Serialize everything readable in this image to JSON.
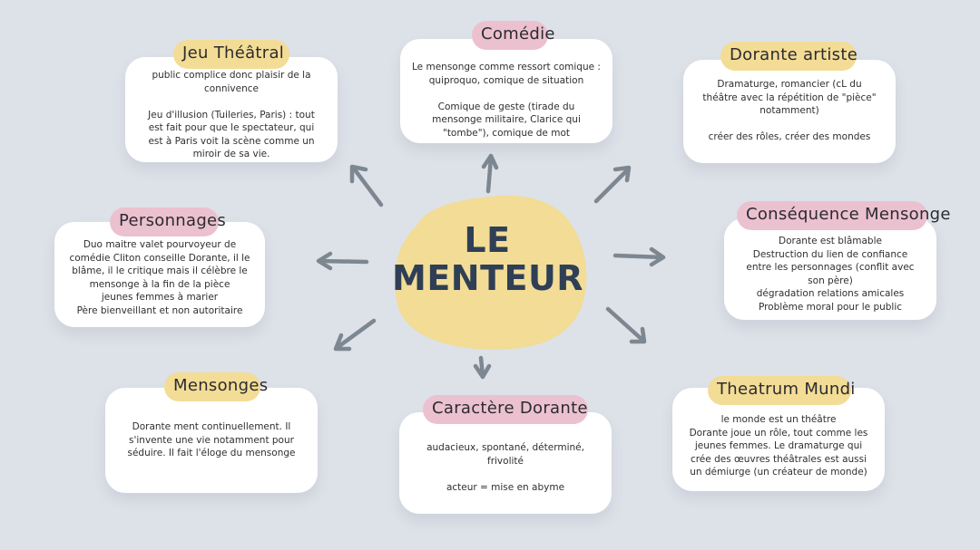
{
  "center": {
    "line1": "LE",
    "line2": "MENTEUR",
    "blob_color": "#f2dc96",
    "text_color": "#2f3f55"
  },
  "colors": {
    "background": "#dde1e8",
    "card": "#ffffff",
    "yellow_tag": "#f3dc95",
    "pink_tag": "#ecc1cf",
    "arrow": "#7d8791"
  },
  "nodes": {
    "jeu_theatral": {
      "title": "Jeu Théâtral",
      "body": "public complice donc plaisir de la\nconnivence\n\nJeu d'illusion (Tuileries, Paris) : tout\nest fait pour que le spectateur, qui\nest à Paris voit la scène comme un\nmiroir de sa vie."
    },
    "comedie": {
      "title": "Comédie",
      "body": "Le mensonge comme ressort comique :\nquiproquo, comique de situation\n\nComique de geste (tirade du\nmensonge militaire, Clarice qui\n\"tombe\"), comique de mot"
    },
    "dorante_artiste": {
      "title": "Dorante artiste",
      "body": "Dramaturge, romancier (cL du\nthéâtre avec la répétition de \"pièce\"\nnotamment)\n\ncréer des rôles, créer des mondes"
    },
    "personnages": {
      "title": "Personnages",
      "body": "Duo maitre valet pourvoyeur de\ncomédie Cliton conseille Dorante, il le\nblâme, il le critique mais il célèbre le\nmensonge à la fin de la pièce\njeunes femmes à marier\nPère bienveillant et non autoritaire"
    },
    "consequence_mensonge": {
      "title": "Conséquence Mensonge",
      "body": "Dorante est blâmable\nDestruction du lien de confiance\nentre les personnages (conflit avec\nson père)\ndégradation relations amicales\nProblème moral pour le public"
    },
    "mensonges": {
      "title": "Mensonges",
      "body": "Dorante ment continuellement. Il\ns'invente une vie notamment pour\nséduire. Il fait l'éloge du mensonge"
    },
    "caractere_dorante": {
      "title": "Caractère Dorante",
      "body": "audacieux, spontané, déterminé,\nfrivolité\n\nacteur = mise en abyme"
    },
    "theatrum_mundi": {
      "title": "Theatrum Mundi",
      "body": "le monde est un théâtre\nDorante joue un rôle, tout comme les\njeunes femmes. Le dramaturge qui\ncrée des œuvres théâtrales est aussi\nun démiurge (un créateur de monde)"
    }
  }
}
